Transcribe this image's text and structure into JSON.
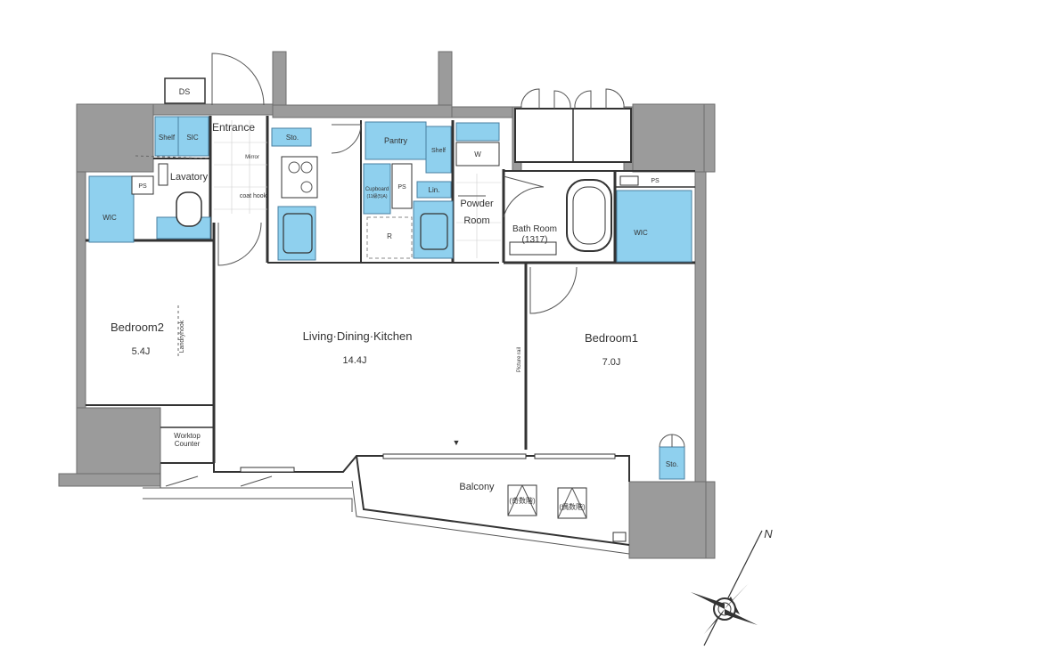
{
  "rooms": {
    "ds": "DS",
    "entrance": "Entrance",
    "shelf_entry": "Shelf",
    "sic": "SIC",
    "sto_entry": "Sto.",
    "mirror": "Mirror",
    "coat_hook": "coat hook",
    "lavatory": "Lavatory",
    "ps_left": "PS",
    "wic_left": "WIC",
    "pantry": "Pantry",
    "shelf_kitchen": "Shelf",
    "cupboard_1": "Cupboard",
    "cupboard_2": "(11級(5)A)",
    "ps_kitchen": "PS",
    "refrigerator": "R",
    "lin": "Lin.",
    "washer": "W",
    "powder_1": "Powder",
    "powder_2": "Room",
    "bath_1": "Bath Room",
    "bath_2": "(1317)",
    "ps_right": "PS",
    "wic_right": "WIC",
    "bedroom2_name": "Bedroom2",
    "bedroom2_size": "5.4J",
    "landry_hook": "Landryhook",
    "ldk_name": "Living·Dining·Kitchen",
    "ldk_size": "14.4J",
    "picture_rail": "Picture rail",
    "bedroom1_name": "Bedroom1",
    "bedroom1_size": "7.0J",
    "worktop_1": "Worktop",
    "worktop_2": "Counter",
    "sto_balcony": "Sto.",
    "balcony": "Balcony",
    "hatch_1": "(奇数階)",
    "hatch_2": "(偶数階)",
    "marker": "▼"
  },
  "compass": {
    "north": "N"
  },
  "colors": {
    "wall": "#9b9b9b",
    "storage": "#8fd0ee",
    "line": "#333333"
  }
}
